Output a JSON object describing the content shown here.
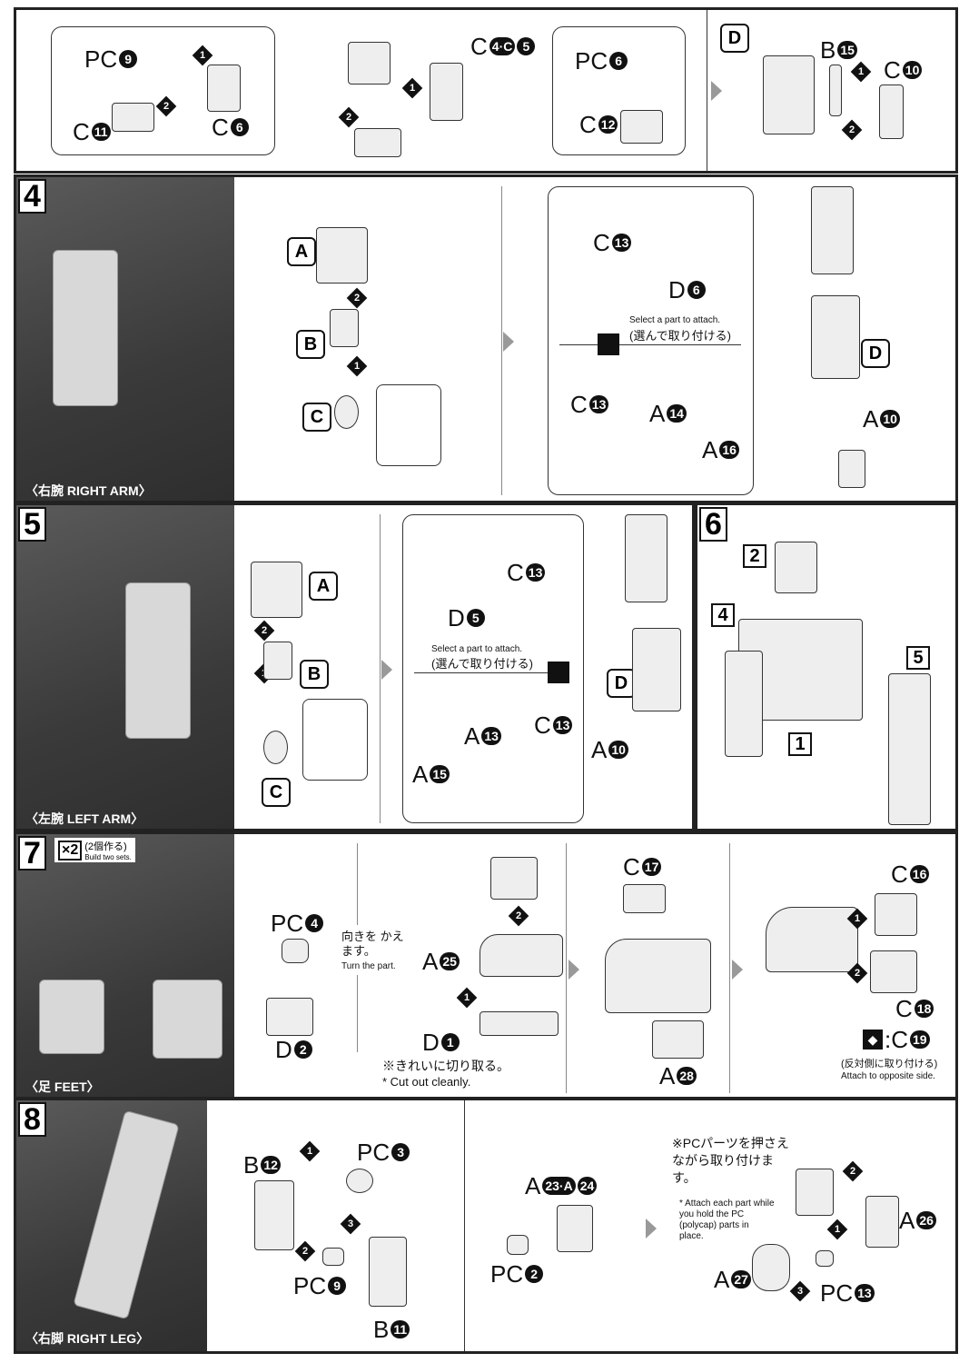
{
  "top": {
    "labels": [
      {
        "l": "PC",
        "n": "9"
      },
      {
        "l": "C",
        "n": "11"
      },
      {
        "l": "C",
        "n": "6"
      },
      {
        "l": "C",
        "n": "4·C",
        "n2": "5"
      },
      {
        "l": "PC",
        "n": "6"
      },
      {
        "l": "C",
        "n": "12"
      },
      {
        "l": "B",
        "n": "15"
      },
      {
        "l": "C",
        "n": "10"
      }
    ],
    "section": "D",
    "steps": [
      "1",
      "2",
      "1",
      "2",
      "1",
      "2"
    ]
  },
  "step4": {
    "num": "4",
    "caption": "〈右腕 RIGHT ARM〉",
    "letters": [
      "A",
      "B",
      "C",
      "D"
    ],
    "labels": [
      {
        "l": "C",
        "n": "13"
      },
      {
        "l": "D",
        "n": "6"
      },
      {
        "l": "C",
        "n": "13"
      },
      {
        "l": "A",
        "n": "14"
      },
      {
        "l": "A",
        "n": "16"
      },
      {
        "l": "A",
        "n": "10"
      }
    ],
    "select_en": "Select a part to attach.",
    "select_jp": "(選んで取り付ける)",
    "steps": [
      "2",
      "1"
    ]
  },
  "step5": {
    "num": "5",
    "caption": "〈左腕 LEFT ARM〉",
    "letters": [
      "A",
      "B",
      "C",
      "D"
    ],
    "labels": [
      {
        "l": "D",
        "n": "5"
      },
      {
        "l": "C",
        "n": "13"
      },
      {
        "l": "A",
        "n": "13"
      },
      {
        "l": "C",
        "n": "13"
      },
      {
        "l": "A",
        "n": "15"
      },
      {
        "l": "A",
        "n": "10"
      }
    ],
    "select_en": "Select a part to attach.",
    "select_jp": "(選んで取り付ける)",
    "steps": [
      "2",
      "1"
    ]
  },
  "step6": {
    "num": "6",
    "boxes": [
      "2",
      "4",
      "5",
      "1"
    ]
  },
  "step7": {
    "num": "7",
    "times": "×2",
    "times_jp": "(2個作る)",
    "times_en": "Build two sets.",
    "caption": "〈足 FEET〉",
    "labels": [
      {
        "l": "PC",
        "n": "4"
      },
      {
        "l": "D",
        "n": "2"
      },
      {
        "l": "A",
        "n": "25"
      },
      {
        "l": "D",
        "n": "1"
      },
      {
        "l": "C",
        "n": "17"
      },
      {
        "l": "A",
        "n": "28"
      },
      {
        "l": "C",
        "n": "16"
      },
      {
        "l": "C",
        "n": "18"
      },
      {
        "l": ":C",
        "n": "19"
      }
    ],
    "turn_jp": "向きを かえます。",
    "turn_en": "Turn the part.",
    "cut_jp": "※きれいに切り取る。",
    "cut_en": "* Cut out cleanly.",
    "opposite_jp": "(反対側に取り付ける)",
    "opposite_en": "Attach to opposite side.",
    "steps": [
      "2",
      "1",
      "1",
      "2"
    ]
  },
  "step8": {
    "num": "8",
    "caption": "〈右脚 RIGHT LEG〉",
    "labels": [
      {
        "l": "B",
        "n": "12"
      },
      {
        "l": "PC",
        "n": "3"
      },
      {
        "l": "PC",
        "n": "9"
      },
      {
        "l": "B",
        "n": "11"
      },
      {
        "l": "A",
        "n": "23·A",
        "n2": "24"
      },
      {
        "l": "PC",
        "n": "2"
      },
      {
        "l": "A",
        "n": "26"
      },
      {
        "l": "A",
        "n": "27"
      },
      {
        "l": "PC",
        "n": "13"
      }
    ],
    "pc_note_jp": "※PCパーツを押さえながら取り付けます。",
    "pc_note_en": "* Attach each part while you hold the PC (polycap) parts in place.",
    "steps": [
      "1",
      "3",
      "2",
      "2",
      "1",
      "3"
    ]
  }
}
